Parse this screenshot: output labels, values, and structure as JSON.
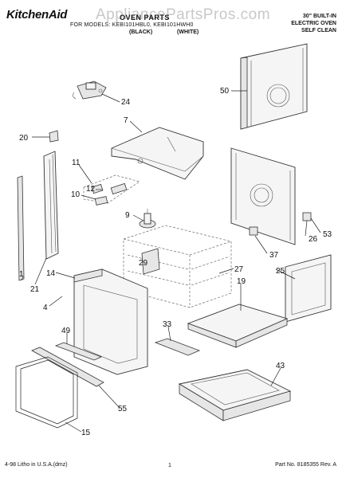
{
  "header": {
    "brand": "KitchenAid",
    "watermark": "AppliancePartsPros.com",
    "title": "OVEN PARTS",
    "models": "FOR MODELS: KEBI101HBL0, KEBI101HWH0",
    "color_black": "(BLACK)",
    "color_white": "(WHITE)",
    "spec_line1": "30\" BUILT-IN",
    "spec_line2": "ELECTRIC OVEN",
    "spec_line3": "SELF CLEAN"
  },
  "callouts": [
    "50",
    "24",
    "7",
    "20",
    "11",
    "12",
    "10",
    "9",
    "26",
    "53",
    "37",
    "29",
    "27",
    "25",
    "14",
    "19",
    "4",
    "21",
    "1",
    "49",
    "33",
    "43",
    "55",
    "15"
  ],
  "footer": {
    "left": "4-98 Litho in U.S.A.(dmz)",
    "page": "1",
    "right": "Part No. 8185355 Rev. A"
  }
}
